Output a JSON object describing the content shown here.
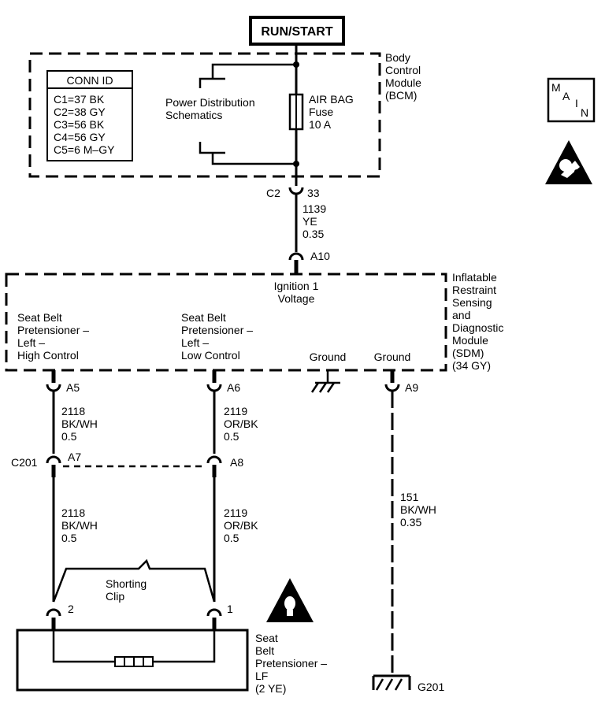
{
  "header": {
    "run_start": "RUN/START"
  },
  "bcm": {
    "name_lines": [
      "Body",
      "Control",
      "Module",
      "(BCM)"
    ],
    "conn_id_title": "CONN ID",
    "conn_ids": [
      "C1=37 BK",
      "C2=38 GY",
      "C3=56 BK",
      "C4=56 GY",
      "C5=6 M–GY"
    ],
    "power_dist_lines": [
      "Power Distribution",
      "Schematics"
    ],
    "fuse_lines": [
      "AIR BAG",
      "Fuse",
      "10 A"
    ]
  },
  "icons": {
    "main_letters": [
      "M",
      "A",
      "I",
      "N"
    ],
    "main_icon": "main-nav-icon",
    "airbag_icon": "airbag-warning-icon",
    "caution_icon": "lightbulb-warning-icon"
  },
  "wire_bcm_sdm": {
    "connector": "C2",
    "pin": "33",
    "circuit": "1139",
    "color": "YE",
    "gauge": "0.35",
    "sdm_pin": "A10"
  },
  "sdm": {
    "name_lines": [
      "Inflatable",
      "Restraint",
      "Sensing",
      "and",
      "Diagnostic",
      "Module",
      "(SDM)",
      "(34 GY)"
    ],
    "ignition_lines": [
      "Ignition 1",
      "Voltage"
    ],
    "left_high_lines": [
      "Seat Belt",
      "Pretensioner –",
      "Left –",
      "High Control"
    ],
    "left_low_lines": [
      "Seat Belt",
      "Pretensioner –",
      "Left –",
      "Low Control"
    ],
    "ground1": "Ground",
    "ground2": "Ground"
  },
  "pins": {
    "a5": "A5",
    "a6": "A6",
    "a9": "A9",
    "c201": "C201",
    "a7": "A7",
    "a8": "A8",
    "p2": "2",
    "p1": "1"
  },
  "wire_2118_upper": [
    "2118",
    "BK/WH",
    "0.5"
  ],
  "wire_2119_upper": [
    "2119",
    "OR/BK",
    "0.5"
  ],
  "wire_2118_lower": [
    "2118",
    "BK/WH",
    "0.5"
  ],
  "wire_2119_lower": [
    "2119",
    "OR/BK",
    "0.5"
  ],
  "wire_151": [
    "151",
    "BK/WH",
    "0.35"
  ],
  "shorting_clip_lines": [
    "Shorting",
    "Clip"
  ],
  "pretensioner_lines": [
    "Seat",
    "Belt",
    "Pretensioner –",
    "LF",
    "(2 YE)"
  ],
  "ground_g201": "G201"
}
